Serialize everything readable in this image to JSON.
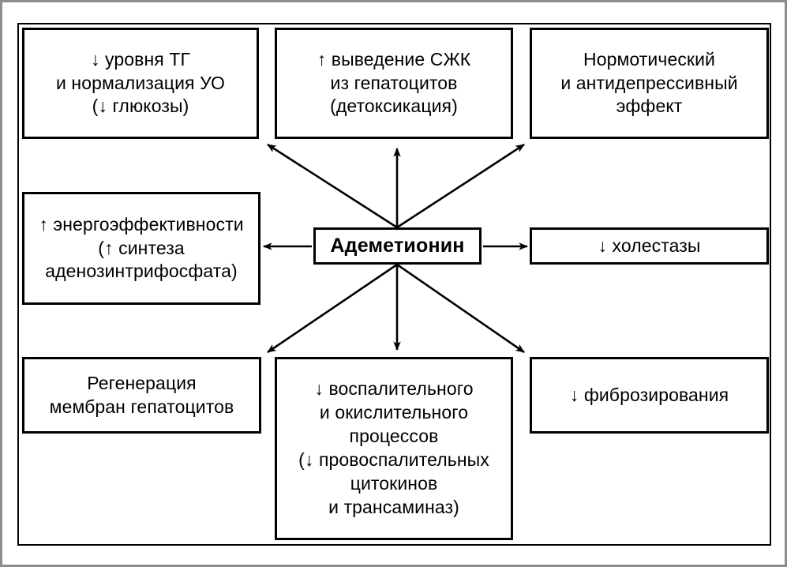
{
  "figure": {
    "type": "radial-effects-diagram",
    "center": {
      "id": "ademetionine",
      "label": "Адеметионин"
    },
    "nodes": [
      {
        "id": "tg",
        "position": "top-left",
        "lines": [
          "↓ уровня ТГ",
          "и нормализация УО",
          "(↓ глюкозы)"
        ]
      },
      {
        "id": "sjk",
        "position": "top-center",
        "lines": [
          "↑ выведение СЖК",
          "из гепатоцитов",
          "(детоксикация)"
        ]
      },
      {
        "id": "mood",
        "position": "top-right",
        "lines": [
          "Нормотический",
          "и антидепрессивный",
          "эффект"
        ]
      },
      {
        "id": "energy",
        "position": "middle-left",
        "lines": [
          "↑ энергоэффективности",
          "(↑ синтеза",
          "аденозинтрифосфата)"
        ]
      },
      {
        "id": "cholestasis",
        "position": "middle-right",
        "lines": [
          "↓ холестазы"
        ]
      },
      {
        "id": "regeneration",
        "position": "bottom-left",
        "lines": [
          "Регенерация",
          "мембран гепатоцитов"
        ]
      },
      {
        "id": "inflammation",
        "position": "bottom-center",
        "lines": [
          "↓ воспалительного",
          "и окислительного",
          "процессов",
          "(↓ провоспалительных",
          "цитокинов",
          "и трансаминаз)"
        ]
      },
      {
        "id": "fibrosis",
        "position": "bottom-right",
        "lines": [
          "↓ фиброзирования"
        ]
      }
    ],
    "connectors": [
      {
        "from": "ademetionine",
        "to": "tg",
        "icon": "arrow-up-left"
      },
      {
        "from": "ademetionine",
        "to": "sjk",
        "icon": "arrow-up"
      },
      {
        "from": "ademetionine",
        "to": "mood",
        "icon": "arrow-up-right"
      },
      {
        "from": "ademetionine",
        "to": "energy",
        "icon": "arrow-left"
      },
      {
        "from": "ademetionine",
        "to": "cholestasis",
        "icon": "arrow-right"
      },
      {
        "from": "ademetionine",
        "to": "regeneration",
        "icon": "arrow-down-left"
      },
      {
        "from": "ademetionine",
        "to": "inflammation",
        "icon": "arrow-down"
      },
      {
        "from": "ademetionine",
        "to": "fibrosis",
        "icon": "arrow-down-right"
      }
    ],
    "colors": {
      "stroke": "#000000",
      "background": "#ffffff",
      "frame": "#8c8c8c"
    }
  }
}
